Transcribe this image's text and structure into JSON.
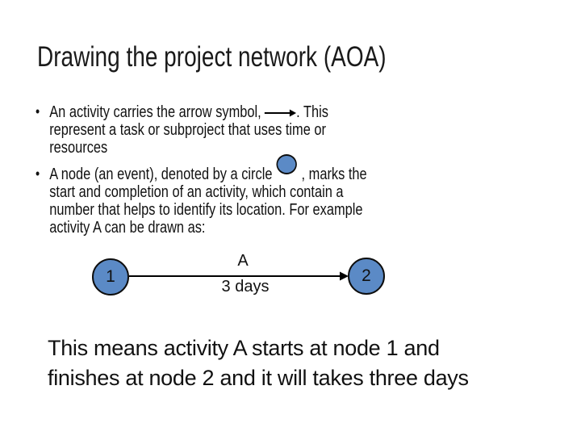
{
  "slide": {
    "title": "Drawing the project network (AOA)",
    "bullets": [
      {
        "line1_before_arrow": "An activity carries the arrow symbol,",
        "line1_after_arrow": ". This",
        "line2": "represent a task or subproject that uses time or",
        "line3": "resources"
      },
      {
        "line1_before_circle": "A node (an event), denoted by a circle",
        "line1_after_circle": ", marks the",
        "line2": "start and completion of an activity, which contain a",
        "line3": "number that helps to identify its location. For example",
        "line4": "activity A can be drawn as:"
      }
    ],
    "bullet_glyph": "•",
    "diagram": {
      "node1_label": "1",
      "node2_label": "2",
      "activity_label": "A",
      "duration_label": "3 days"
    },
    "footer": {
      "line1": "This means activity A starts at node 1 and",
      "line2": "finishes at node 2 and it will takes three days"
    },
    "colors": {
      "background": "#ffffff",
      "text": "#111111",
      "node_fill": "#5b8ac6",
      "node_border": "#0d0d0d",
      "arrow": "#000000"
    },
    "icons": {
      "activity_arrow": "right-arrow-icon",
      "event_node": "filled-circle-icon"
    }
  }
}
